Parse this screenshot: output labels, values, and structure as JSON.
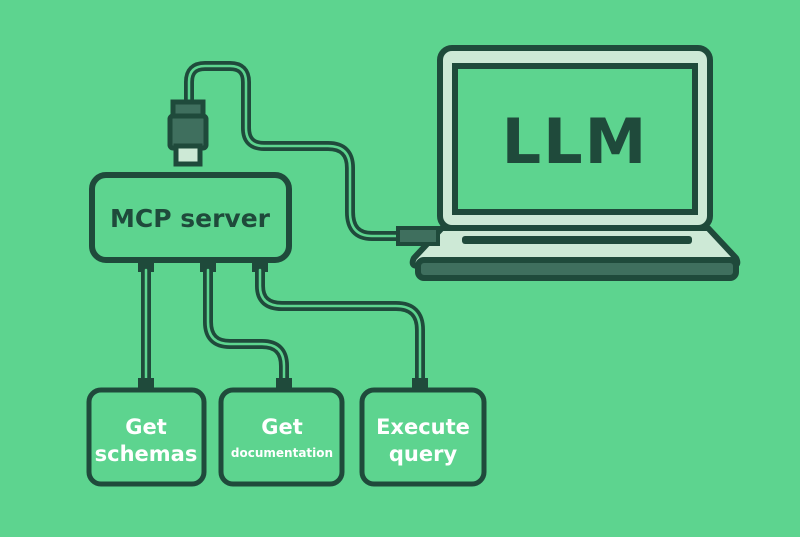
{
  "colors": {
    "background": "#5dd48f",
    "stroke": "#1f4a3b",
    "screen_fill": "#cde9d6",
    "plug_tip": "#cde9d6",
    "plug_body": "#3f6f5e",
    "text": "#1f4a3b"
  },
  "diagram": {
    "llm_label": "LLM",
    "server_label": "MCP server",
    "tools": {
      "schemas": {
        "line1": "Get",
        "line2": "schemas"
      },
      "documentation": {
        "line1": "Get",
        "line2": "documentation"
      },
      "query": {
        "line1": "Execute",
        "line2": "query"
      }
    },
    "icons": [
      "laptop-icon",
      "usb-plug-icon"
    ]
  }
}
